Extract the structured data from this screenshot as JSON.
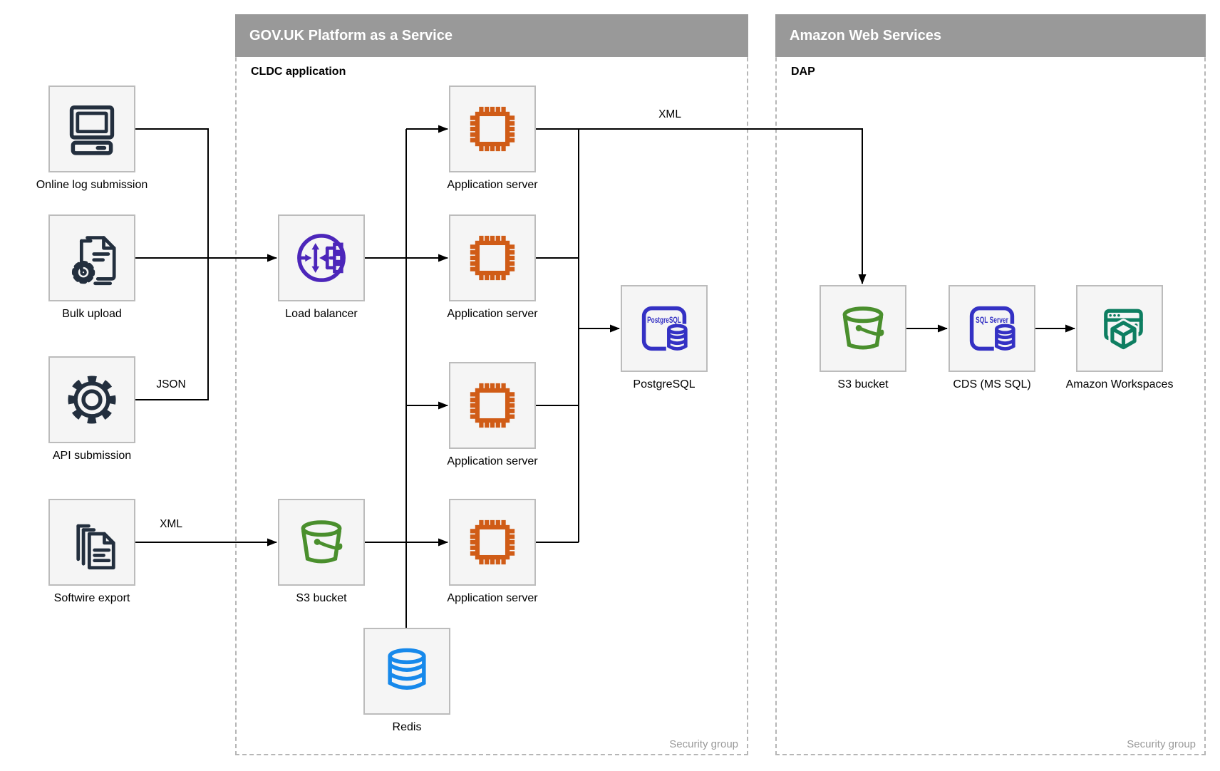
{
  "groups": {
    "paas": {
      "title": "GOV.UK Platform as a Service",
      "sublabel": "CLDC application",
      "footer": "Security group"
    },
    "aws": {
      "title": "Amazon Web Services",
      "sublabel": "DAP",
      "footer": "Security group"
    }
  },
  "nodes": {
    "online_log": {
      "label": "Online log submission"
    },
    "bulk_upload": {
      "label": "Bulk upload"
    },
    "api_submission": {
      "label": "API submission"
    },
    "softwire_export": {
      "label": "Softwire export"
    },
    "load_balancer": {
      "label": "Load balancer"
    },
    "app_server_1": {
      "label": "Application server"
    },
    "app_server_2": {
      "label": "Application server"
    },
    "app_server_3": {
      "label": "Application server"
    },
    "app_server_4": {
      "label": "Application server"
    },
    "s3_bucket_paas": {
      "label": "S3 bucket"
    },
    "postgresql": {
      "label": "PostgreSQL",
      "icon_text": "PostgreSQL"
    },
    "redis": {
      "label": "Redis"
    },
    "s3_bucket_aws": {
      "label": "S3 bucket"
    },
    "cds": {
      "label": "CDS (MS SQL)",
      "icon_text": "SQL Server"
    },
    "workspaces": {
      "label": "Amazon Workspaces"
    }
  },
  "edge_labels": {
    "api_json": "JSON",
    "softwire_xml": "XML",
    "app_to_s3_xml": "XML"
  },
  "edges": [
    {
      "from": "online_log",
      "to": "load_balancer",
      "label": ""
    },
    {
      "from": "bulk_upload",
      "to": "load_balancer",
      "label": ""
    },
    {
      "from": "api_submission",
      "to": "load_balancer",
      "label": "JSON"
    },
    {
      "from": "softwire_export",
      "to": "s3_bucket_paas",
      "label": "XML"
    },
    {
      "from": "load_balancer",
      "to": "app_server_1",
      "label": ""
    },
    {
      "from": "load_balancer",
      "to": "app_server_2",
      "label": ""
    },
    {
      "from": "load_balancer",
      "to": "app_server_3",
      "label": ""
    },
    {
      "from": "s3_bucket_paas",
      "to": "app_server_4",
      "label": ""
    },
    {
      "from": "load_balancer",
      "to": "redis",
      "label": ""
    },
    {
      "from": "app_servers",
      "to": "postgresql",
      "label": ""
    },
    {
      "from": "app_server_1",
      "to": "s3_bucket_aws",
      "label": "XML"
    },
    {
      "from": "s3_bucket_aws",
      "to": "cds",
      "label": ""
    },
    {
      "from": "cds",
      "to": "workspaces",
      "label": ""
    }
  ],
  "colors": {
    "header_bar": "#999999",
    "box_fill": "#F5F5F5",
    "box_border": "#BCBCBC",
    "dashed_border": "#B6B6B6",
    "connector": "#000000",
    "navy": "#232F3E",
    "purple": "#4C26BA",
    "orange": "#D05C17",
    "green": "#4A8F2D",
    "indigo": "#3431C4",
    "redis_blue": "#1789EB",
    "teal": "#0E7E61",
    "footer_text": "#9A9A9A"
  }
}
